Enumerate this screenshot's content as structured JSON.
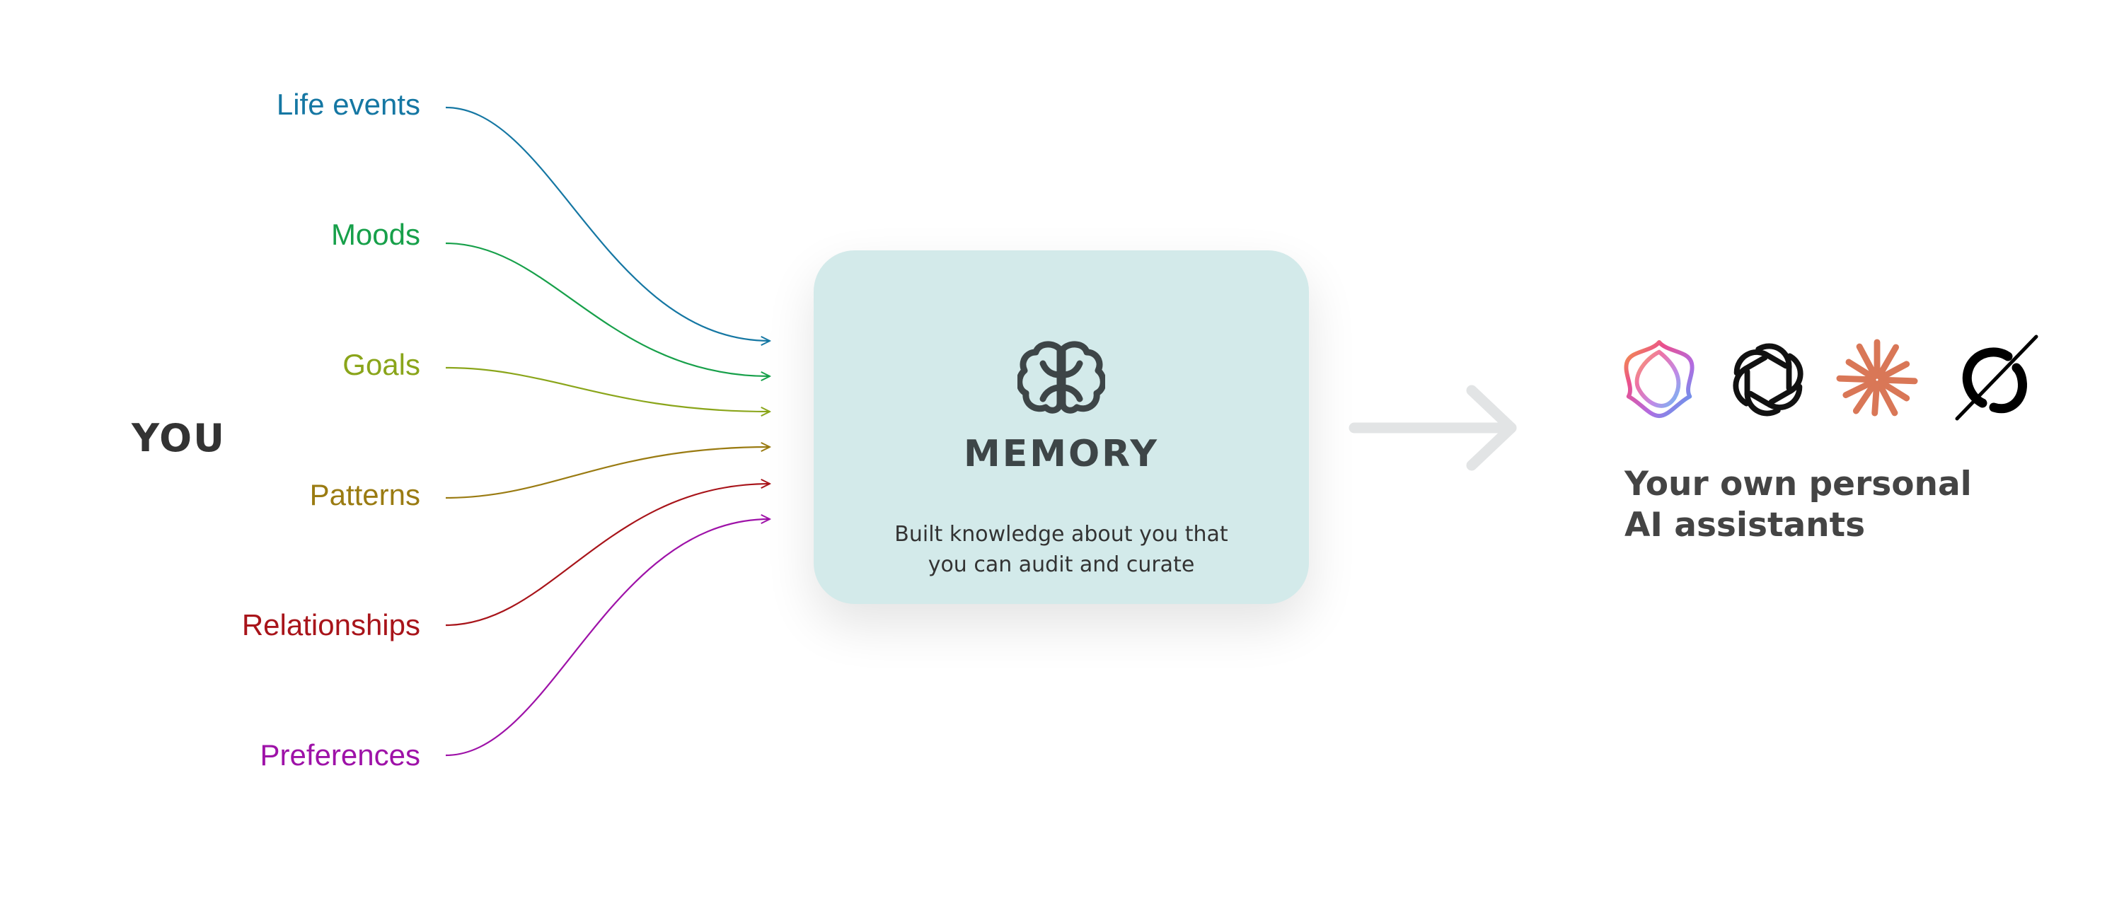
{
  "you_label": "YOU",
  "sources": [
    {
      "label": "Life events",
      "color": "#1577a3"
    },
    {
      "label": "Moods",
      "color": "#17a04a"
    },
    {
      "label": "Goals",
      "color": "#8aa51a"
    },
    {
      "label": "Patterns",
      "color": "#9a7b12"
    },
    {
      "label": "Relationships",
      "color": "#a8141a"
    },
    {
      "label": "Preferences",
      "color": "#9e12a8"
    }
  ],
  "memory": {
    "title": "MEMORY",
    "desc_line1": "Built knowledge about you that",
    "desc_line2": "you can audit and curate",
    "icon": "brain-icon",
    "bg_color": "#d3eaea"
  },
  "assistants": {
    "caption_line1": "Your own personal",
    "caption_line2": "AI assistants",
    "logos": [
      "gemini-icon",
      "openai-icon",
      "claude-icon",
      "grok-icon"
    ]
  }
}
